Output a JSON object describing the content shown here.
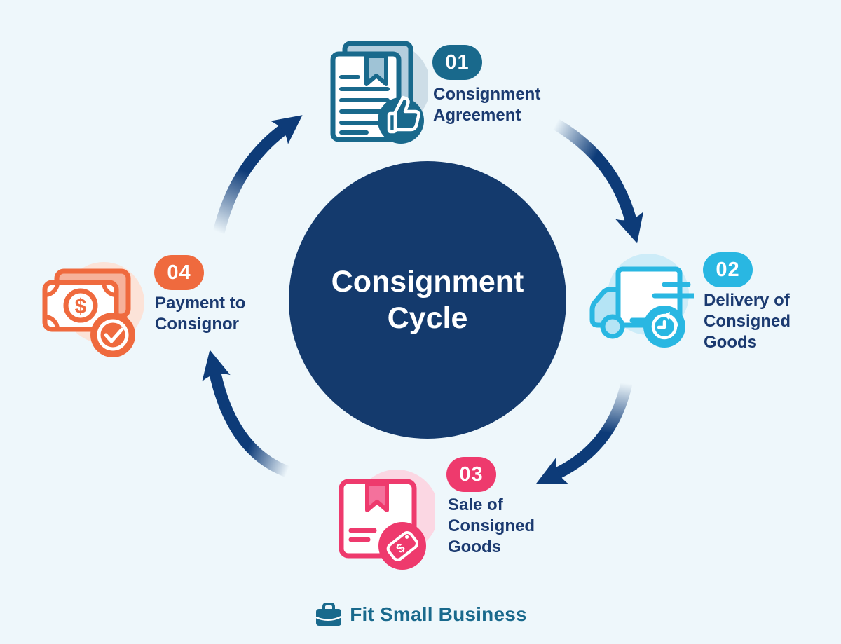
{
  "center": {
    "title": "Consignment Cycle"
  },
  "steps": [
    {
      "number": "01",
      "title": "Consignment Agreement",
      "accent": "#19698c",
      "icon": "agreement-document-thumbs-up-icon"
    },
    {
      "number": "02",
      "title": "Delivery of Consigned Goods",
      "accent": "#29b7e2",
      "icon": "delivery-truck-clock-icon"
    },
    {
      "number": "03",
      "title": "Sale of Consigned Goods",
      "accent": "#ee3a6d",
      "icon": "package-price-tag-icon"
    },
    {
      "number": "04",
      "title": "Payment to Consignor",
      "accent": "#ef6a3e",
      "icon": "money-checkmark-icon"
    }
  ],
  "footer": {
    "brand": "Fit Small Business"
  },
  "colors": {
    "background": "#eef7fb",
    "center_circle": "#143a6d",
    "center_text": "#ffffff",
    "arrow": "#0d3b78",
    "step_title_text": "#1b3a70"
  },
  "arrows": {
    "count": 4,
    "direction": "clockwise",
    "style": "curved, tail fades out"
  }
}
